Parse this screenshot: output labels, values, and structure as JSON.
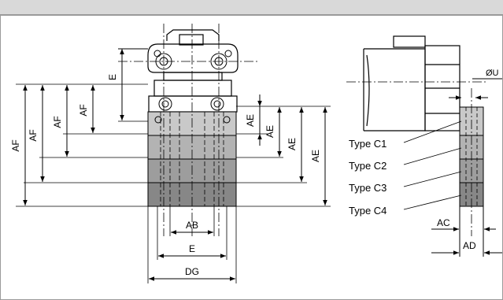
{
  "header": {
    "title": ""
  },
  "front_view": {
    "vertical_dims_left": [
      "AF",
      "AF",
      "AF",
      "AF"
    ],
    "vertical_dims_right": [
      "AE",
      "AE",
      "AE",
      "AE"
    ],
    "top_dim": "E",
    "bottom_dims": [
      "AB",
      "E",
      "DG"
    ]
  },
  "side_view": {
    "diameter_label": "ØU",
    "types": [
      "Type C1",
      "Type C2",
      "Type C3",
      "Type C4"
    ],
    "bottom_dims": [
      "AC",
      "AD"
    ]
  },
  "colors": {
    "block_c1": "#c9c9c9",
    "block_c2": "#b3b3b3",
    "block_c3": "#9d9d9d",
    "block_c4": "#878787",
    "line": "#000000",
    "header": "#d9d9d9"
  }
}
